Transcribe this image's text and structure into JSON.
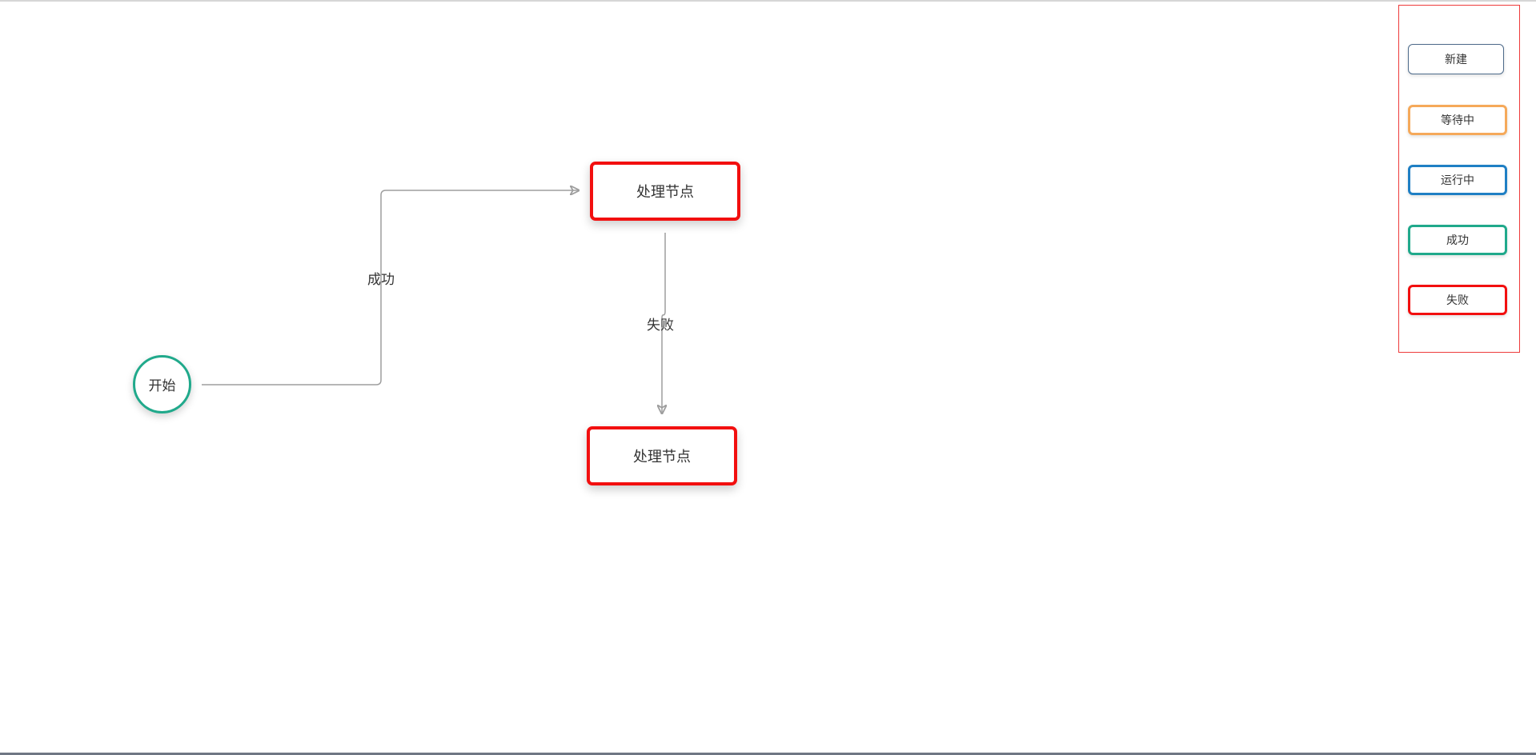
{
  "flow": {
    "start_node": {
      "label": "开始",
      "border_color": "#20a98b"
    },
    "process_nodes": [
      {
        "label": "处理节点",
        "border_color": "#f20f0f"
      },
      {
        "label": "处理节点",
        "border_color": "#f20f0f"
      }
    ],
    "edges": [
      {
        "label": "成功",
        "color": "#9e9e9e"
      },
      {
        "label": "失败",
        "color": "#9e9e9e"
      }
    ]
  },
  "legend": {
    "border_color": "#ee3b3b",
    "items": [
      {
        "label": "新建",
        "color": "#4d6a8a"
      },
      {
        "label": "等待中",
        "color": "#f5a95a"
      },
      {
        "label": "运行中",
        "color": "#1f7fc4"
      },
      {
        "label": "成功",
        "color": "#20a98b"
      },
      {
        "label": "失败",
        "color": "#f20f0f"
      }
    ]
  }
}
